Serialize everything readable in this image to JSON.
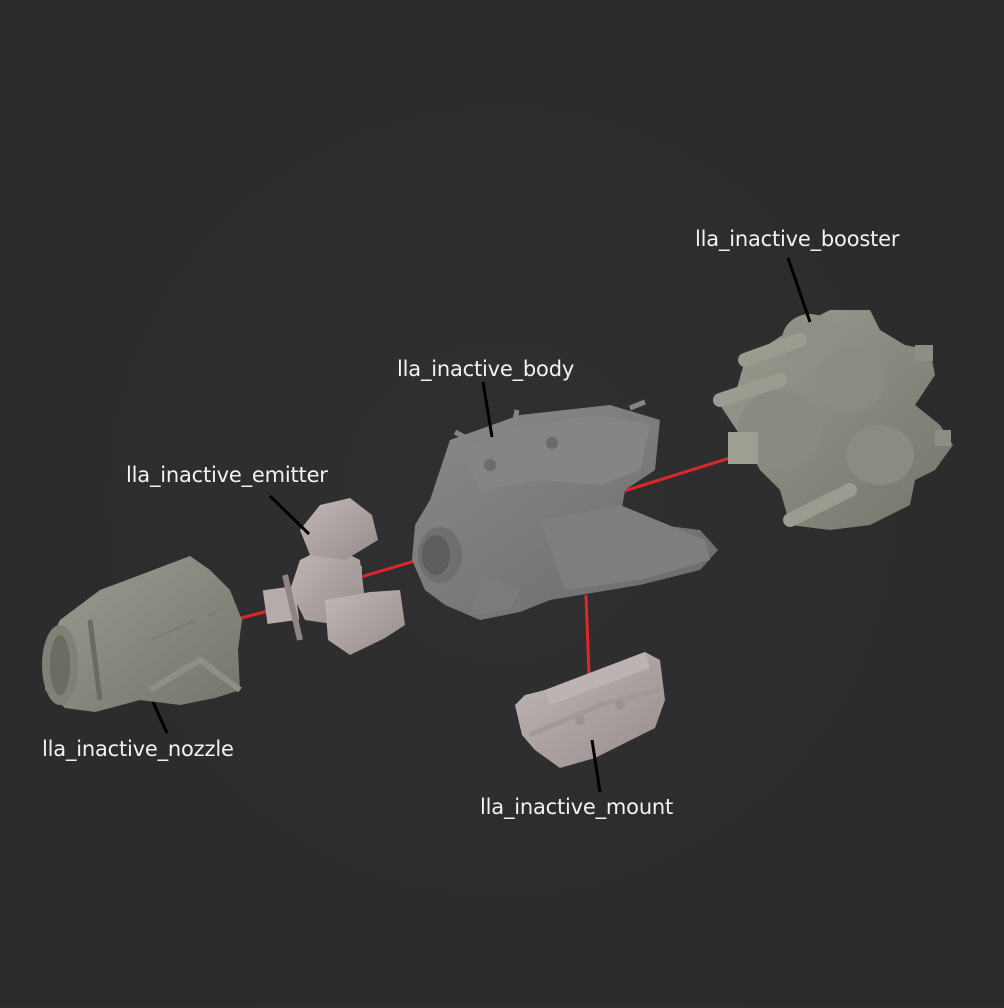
{
  "diagram": {
    "type": "exploded-assembly-view",
    "background_color": "#2e2e2e",
    "connector_color": "#e0262b",
    "leader_color": "#000000",
    "parts": [
      {
        "id": "booster",
        "label": "lla_inactive_booster",
        "color": "#8b8b80"
      },
      {
        "id": "body",
        "label": "lla_inactive_body",
        "color": "#7a7a7a"
      },
      {
        "id": "emitter",
        "label": "lla_inactive_emitter",
        "color": "#b0a5a5"
      },
      {
        "id": "nozzle",
        "label": "lla_inactive_nozzle",
        "color": "#8a8c80"
      },
      {
        "id": "mount",
        "label": "lla_inactive_mount",
        "color": "#b0a5a5"
      }
    ],
    "connections": [
      {
        "from": "nozzle",
        "to": "emitter"
      },
      {
        "from": "emitter",
        "to": "body"
      },
      {
        "from": "body",
        "to": "booster"
      },
      {
        "from": "body",
        "to": "mount"
      }
    ]
  }
}
